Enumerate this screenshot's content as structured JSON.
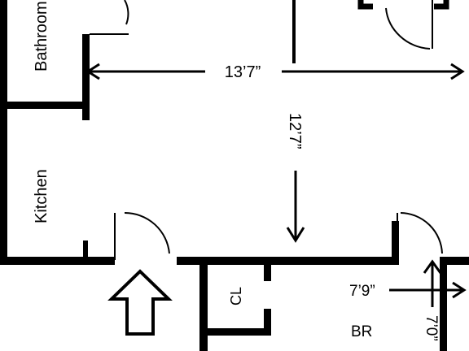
{
  "rooms": {
    "bathroom": "Bathroom",
    "kitchen": "Kitchen",
    "closet": "CL",
    "bedroom": "BR"
  },
  "dimensions": {
    "main_width": "13’7”",
    "main_depth": "12’7”",
    "br_width": "7’9”",
    "br_depth": "7’0”"
  },
  "entrance_arrow_icon": "up-arrow-icon",
  "colors": {
    "wall": "#000000",
    "background": "#ffffff"
  }
}
